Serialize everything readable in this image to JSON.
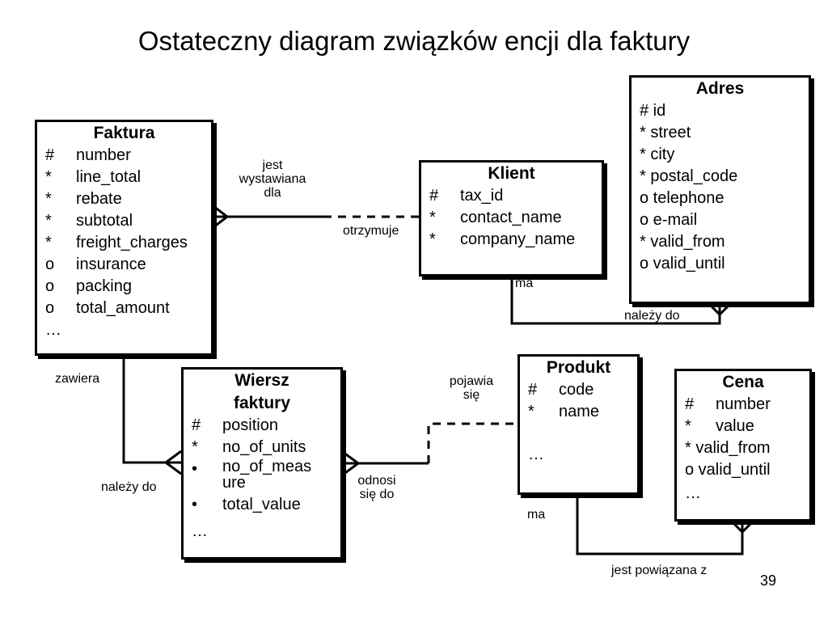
{
  "title": "Ostateczny diagram związków encji dla faktury",
  "page_number": "39",
  "entities": {
    "faktura": {
      "name": "Faktura",
      "attributes": [
        {
          "mark": "#",
          "name": "number"
        },
        {
          "mark": "*",
          "name": "line_total"
        },
        {
          "mark": "*",
          "name": "rebate"
        },
        {
          "mark": "*",
          "name": "subtotal"
        },
        {
          "mark": "*",
          "name": "freight_charges"
        },
        {
          "mark": "o",
          "name": "insurance"
        },
        {
          "mark": "o",
          "name": "packing"
        },
        {
          "mark": "o",
          "name": "total_amount"
        }
      ],
      "more": "…"
    },
    "klient": {
      "name": "Klient",
      "attributes": [
        {
          "mark": "#",
          "name": "tax_id"
        },
        {
          "mark": "*",
          "name": "contact_name"
        },
        {
          "mark": "*",
          "name": "company_name"
        }
      ]
    },
    "adres": {
      "name": "Adres",
      "attributes": [
        "# id",
        "* street",
        "* city",
        "* postal_code",
        "o telephone",
        "o e-mail",
        "* valid_from",
        "o valid_until"
      ]
    },
    "wiersz": {
      "name_line1": "Wiersz",
      "name_line2": "faktury",
      "attributes": [
        {
          "mark": "#",
          "name": "position"
        },
        {
          "mark": "*",
          "name": "no_of_units"
        },
        {
          "mark": "•",
          "name": "no_of_meas",
          "name_cont": "ure"
        },
        {
          "mark": "•",
          "name": "total_value"
        }
      ],
      "more": "…"
    },
    "produkt": {
      "name": "Produkt",
      "attributes": [
        {
          "mark": "#",
          "name": "code"
        },
        {
          "mark": "*",
          "name": "name"
        }
      ],
      "more": "…"
    },
    "cena": {
      "name": "Cena",
      "attributes": [
        {
          "mark": "#",
          "name": "number"
        },
        {
          "mark": "*",
          "name": "value"
        }
      ],
      "extra": [
        "* valid_from",
        "o valid_until"
      ],
      "more": "…"
    }
  },
  "relationships": {
    "faktura_klient": {
      "line1": "jest",
      "line2": "wystawiana",
      "line3": "dla",
      "other": "otrzymuje"
    },
    "klient_adres": {
      "start": "ma",
      "end": "należy do"
    },
    "faktura_wiersz": {
      "start": "zawiera",
      "end": "należy do"
    },
    "wiersz_produkt": {
      "start_line1": "odnosi",
      "start_line2": "się do",
      "end_line1": "pojawia",
      "end_line2": "się"
    },
    "produkt_cena": {
      "start": "ma",
      "end": "jest powiązana z"
    }
  }
}
